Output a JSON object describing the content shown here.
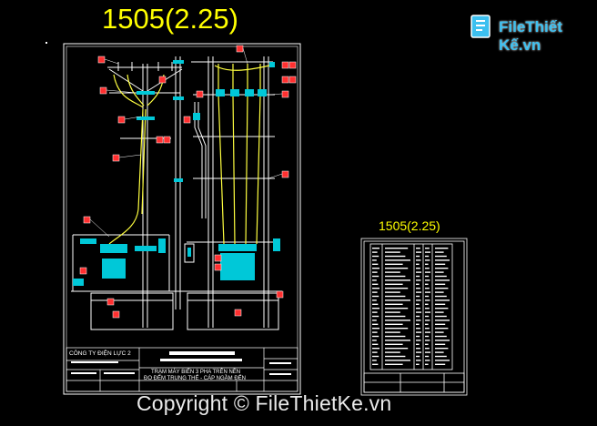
{
  "drawing": {
    "title": "1505(2.25)",
    "secondary_title": "1505(2.25)",
    "company": "CÔNG TY ĐIỆN LỰC 2",
    "description_line1": "TRẠM MÁY BIẾN 3 PHA TRÊN NỀN",
    "description_line2": "ĐO ĐẾM TRUNG THẾ - CÁP NGẦM ĐẾN"
  },
  "branding": {
    "logo_text": "FileThiết Kế.vn",
    "watermark": "Copyright © FileThietKe.vn"
  },
  "colors": {
    "background": "#000000",
    "frame": "#ffffff",
    "title": "#ffff00",
    "tag": "#ff3030",
    "cable": "#ffff40",
    "equipment": "#00c8d8",
    "logo": "#3cc0f0"
  }
}
